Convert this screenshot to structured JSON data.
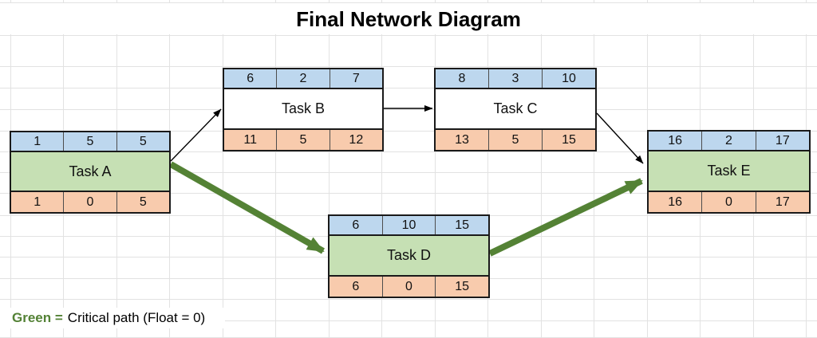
{
  "title": "Final Network Diagram",
  "legend": {
    "bold_label": "Green =",
    "text": "Critical path (Float = 0)"
  },
  "colors": {
    "early_start_row": "#BDD7EE",
    "late_start_row": "#F8CBAD",
    "critical_task_fill": "#C6E0B4",
    "noncritical_task_fill": "#FFFFFF",
    "critical_arrow": "#548235",
    "normal_arrow": "#000000",
    "legend_green_text": "#538135"
  },
  "tasks": [
    {
      "name": "Task A",
      "es": "1",
      "duration": "5",
      "ef": "5",
      "ls": "1",
      "float": "0",
      "lf": "5",
      "critical": true
    },
    {
      "name": "Task B",
      "es": "6",
      "duration": "2",
      "ef": "7",
      "ls": "11",
      "float": "5",
      "lf": "12",
      "critical": false
    },
    {
      "name": "Task C",
      "es": "8",
      "duration": "3",
      "ef": "10",
      "ls": "13",
      "float": "5",
      "lf": "15",
      "critical": false
    },
    {
      "name": "Task D",
      "es": "6",
      "duration": "10",
      "ef": "15",
      "ls": "6",
      "float": "0",
      "lf": "15",
      "critical": true
    },
    {
      "name": "Task E",
      "es": "16",
      "duration": "2",
      "ef": "17",
      "ls": "16",
      "float": "0",
      "lf": "17",
      "critical": true
    }
  ],
  "edges": [
    {
      "from": "Task A",
      "to": "Task B",
      "critical": false
    },
    {
      "from": "Task B",
      "to": "Task C",
      "critical": false
    },
    {
      "from": "Task C",
      "to": "Task E",
      "critical": false
    },
    {
      "from": "Task A",
      "to": "Task D",
      "critical": true
    },
    {
      "from": "Task D",
      "to": "Task E",
      "critical": true
    }
  ]
}
